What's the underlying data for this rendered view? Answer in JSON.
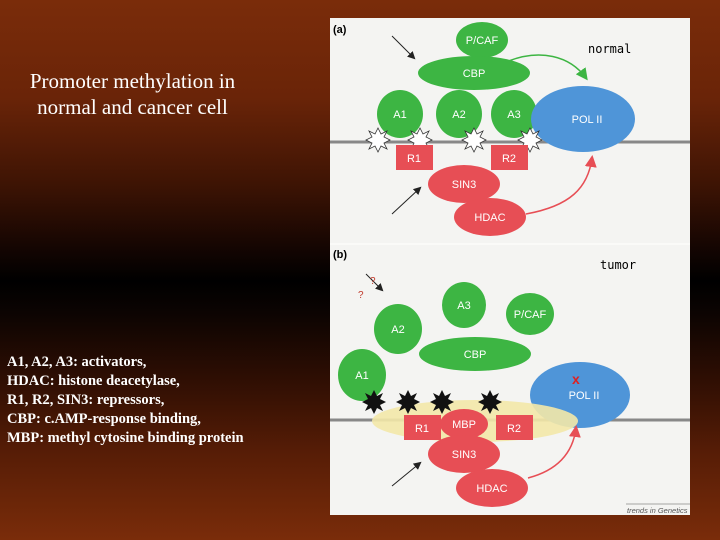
{
  "title_lines": [
    "Promoter methylation in",
    "normal and cancer cell"
  ],
  "legend_lines": [
    "A1, A2, A3: activators,",
    "HDAC: histone deacetylase,",
    "R1, R2, SIN3: repressors,",
    "CBP: c.AMP-response binding,",
    "MBP: methyl cytosine binding protein"
  ],
  "colors": {
    "green": "#3db543",
    "red": "#e74e55",
    "blue": "#4f95d8",
    "dna": "#888888",
    "methyl_band": "#f3e8a8"
  },
  "panel_a": {
    "label": "(a)",
    "state": "normal",
    "pcaf": "P/CAF",
    "cbp": "CBP",
    "a1": "A1",
    "a2": "A2",
    "a3": "A3",
    "pol": "POL II",
    "r1": "R1",
    "r2": "R2",
    "sin3": "SIN3",
    "hdac": "HDAC"
  },
  "panel_b": {
    "label": "(b)",
    "state": "tumor",
    "q1": "?",
    "q2": "?",
    "a3": "A3",
    "pcaf": "P/CAF",
    "a2": "A2",
    "cbp": "CBP",
    "a1": "A1",
    "pol": "POL II",
    "pol_block": "x",
    "r1": "R1",
    "mbp": "MBP",
    "r2": "R2",
    "sin3": "SIN3",
    "hdac": "HDAC"
  },
  "credit": "trends in Genetics"
}
